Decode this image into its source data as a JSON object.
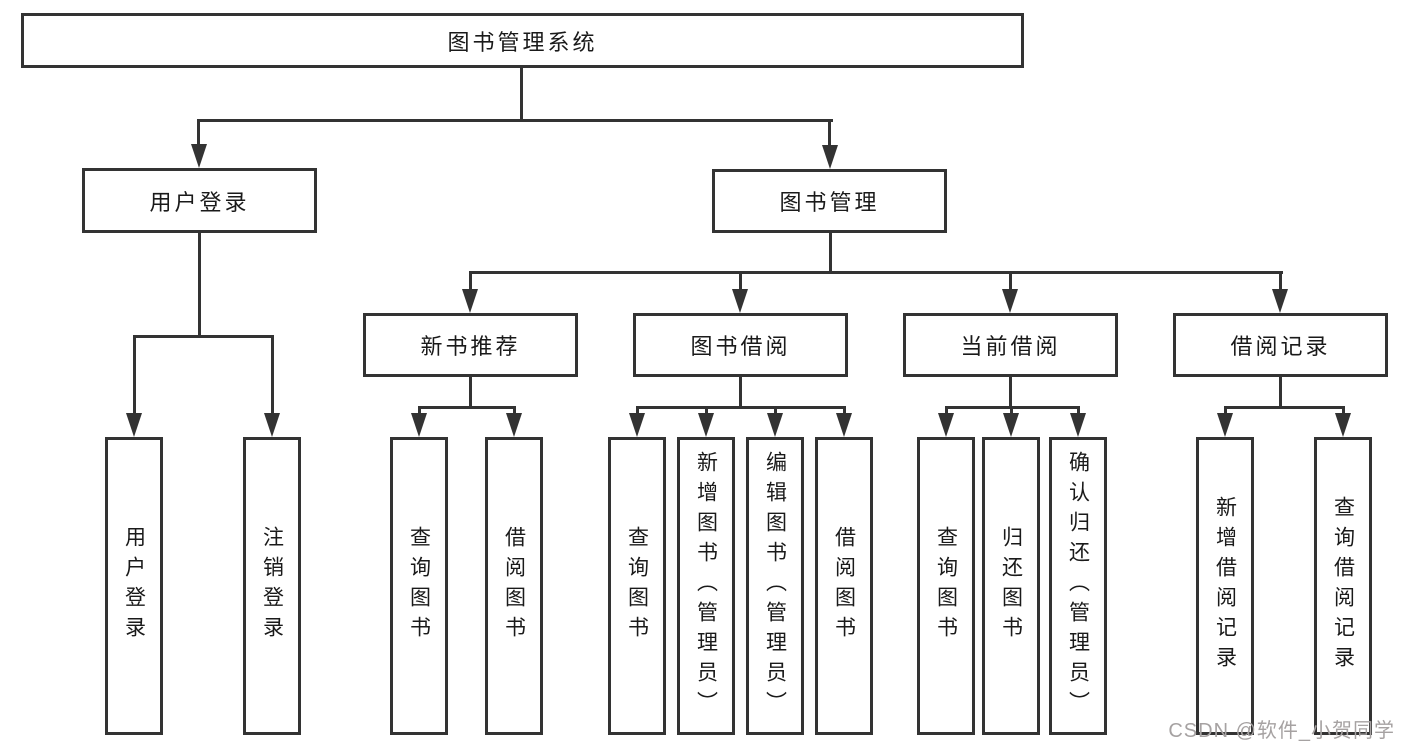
{
  "diagram": {
    "root": "图书管理系统",
    "level2": [
      "用户登录",
      "图书管理"
    ],
    "level3": [
      "新书推荐",
      "图书借阅",
      "当前借阅",
      "借阅记录"
    ],
    "leaves": {
      "user_login": [
        "用户登录",
        "注销登录"
      ],
      "new_book_recommend": [
        "查询图书",
        "借阅图书"
      ],
      "book_borrow": [
        "查询图书",
        "新增图书（管理员）",
        "编辑图书（管理员）",
        "借阅图书"
      ],
      "current_borrow": [
        "查询图书",
        "归还图书",
        "确认归还（管理员）"
      ],
      "borrow_records": [
        "新增借阅记录",
        "查询借阅记录"
      ]
    }
  },
  "watermark": "CSDN @软件_小贺同学",
  "colors": {
    "line": "#333333",
    "text": "#1a1a1a",
    "watermark": "#a6a2a2",
    "background": "#ffffff"
  }
}
